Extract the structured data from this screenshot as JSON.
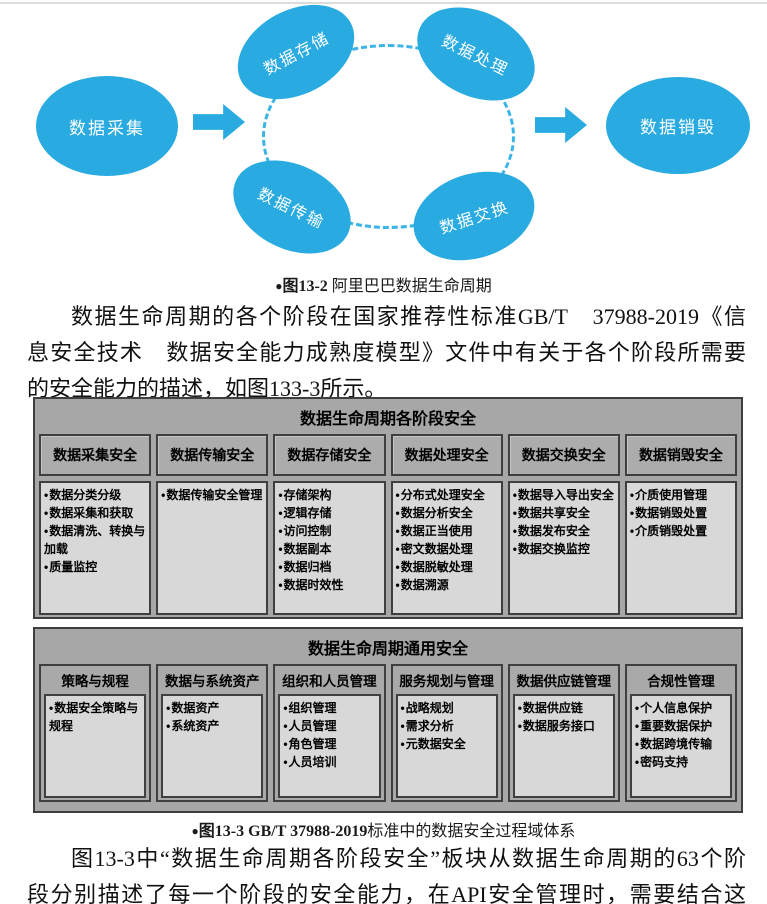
{
  "figure1": {
    "nodes": {
      "collect": "数据采集",
      "store": "数据存储",
      "process": "数据处理",
      "transmit": "数据传输",
      "exchange": "数据交换",
      "destroy": "数据销毁"
    },
    "caption": {
      "bullet": "●",
      "label": "图13-2",
      "text": "阿里巴巴数据生命周期"
    }
  },
  "paragraph1": {
    "lines": [
      "数据生命周期的各个阶段在国家推荐性标准GB/T　37988-2019《信",
      "息安全技术　数据安全能力成熟度模型》文件中有关于各个阶段所需要",
      "的安全能力的描述，如图133-3所示。"
    ]
  },
  "table1": {
    "title": "数据生命周期各阶段安全",
    "columns": [
      {
        "header": "数据采集安全",
        "items": [
          "数据分类分级",
          "数据采集和获取",
          "数据清洗、转换与加载",
          "质量监控"
        ]
      },
      {
        "header": "数据传输安全",
        "items": [
          "数据传输安全管理"
        ]
      },
      {
        "header": "数据存储安全",
        "items": [
          "存储架构",
          "逻辑存储",
          "访问控制",
          "数据副本",
          "数据归档",
          "数据时效性"
        ]
      },
      {
        "header": "数据处理安全",
        "items": [
          "分布式处理安全",
          "数据分析安全",
          "数据正当使用",
          "密文数据处理",
          "数据脱敏处理",
          "数据溯源"
        ]
      },
      {
        "header": "数据交换安全",
        "items": [
          "数据导入导出安全",
          "数据共享安全",
          "数据发布安全",
          "数据交换监控"
        ]
      },
      {
        "header": "数据销毁安全",
        "items": [
          "介质使用管理",
          "数据销毁处置",
          "介质销毁处置"
        ]
      }
    ]
  },
  "table2": {
    "title": "数据生命周期通用安全",
    "columns": [
      {
        "header": "策略与规程",
        "items": [
          "数据安全策略与规程"
        ]
      },
      {
        "header": "数据与系统资产",
        "items": [
          "数据资产",
          "系统资产"
        ]
      },
      {
        "header": "组织和人员管理",
        "items": [
          "组织管理",
          "人员管理",
          "角色管理",
          "人员培训"
        ]
      },
      {
        "header": "服务规划与管理",
        "items": [
          "战略规划",
          "需求分析",
          "元数据安全"
        ]
      },
      {
        "header": "数据供应链管理",
        "items": [
          "数据供应链",
          "数据服务接口"
        ]
      },
      {
        "header": "合规性管理",
        "items": [
          "个人信息保护",
          "重要数据保护",
          "数据跨境传输",
          "密码支持"
        ]
      }
    ]
  },
  "caption2": {
    "bullet": "●",
    "label": "图13-3",
    "std": "GB/T 37988-2019",
    "text": "标准中的数据安全过程域体系"
  },
  "paragraph2": {
    "lines": [
      "图13-3中“数据生命周期各阶段安全”板块从数据生命周期的63个阶",
      "段分别描述了每一个阶段的安全能力，在API安全管理时，需要结合这"
    ]
  },
  "colors": {
    "node_blue": "#29ABE2",
    "panel_gray": "#a7a7a7",
    "cell_gray": "#d8d8d8"
  }
}
